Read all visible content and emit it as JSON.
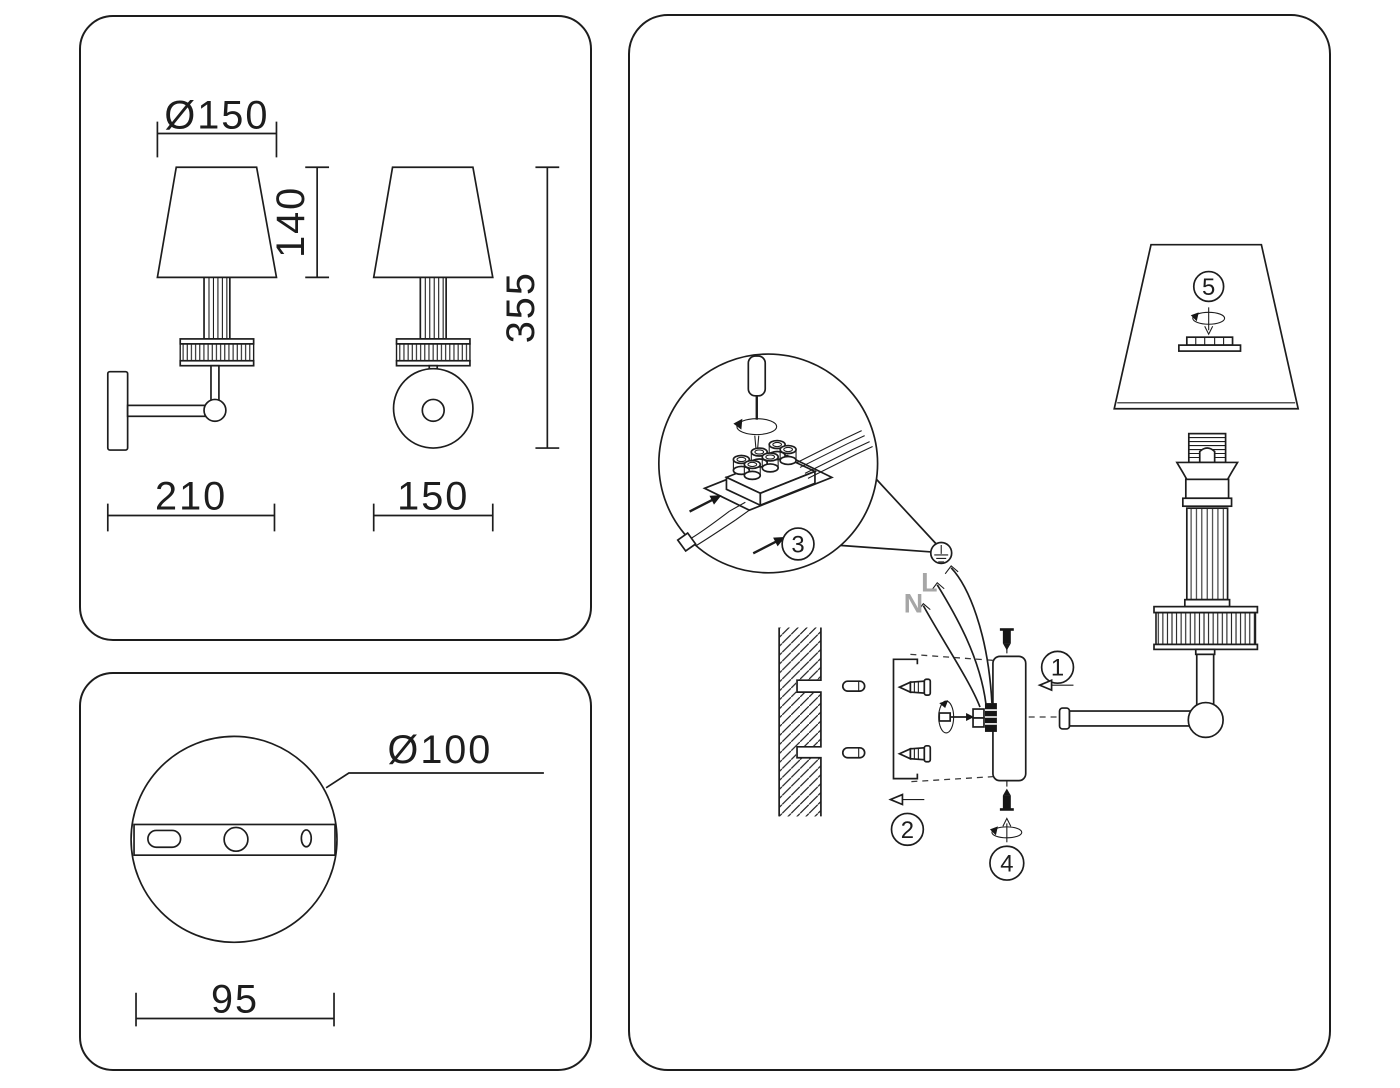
{
  "page": {
    "background": "#ffffff",
    "line_color": "#1d1d1d",
    "wire_label_color": "#a6a6a6",
    "description": "Wall sconce dimension and installation diagram"
  },
  "dimensions_panel": {
    "labels": {
      "shade_diameter": "Ø150",
      "shade_height": "140",
      "overall_height": "355",
      "wall_projection": "210",
      "fixture_width": "150"
    }
  },
  "backplate_panel": {
    "labels": {
      "backplate_diameter": "Ø100",
      "mounting_width": "95"
    }
  },
  "installation_panel": {
    "wire_labels": {
      "live": "L",
      "neutral": "N"
    },
    "steps": [
      {
        "number": "1"
      },
      {
        "number": "2"
      },
      {
        "number": "3"
      },
      {
        "number": "4"
      },
      {
        "number": "5"
      }
    ]
  }
}
